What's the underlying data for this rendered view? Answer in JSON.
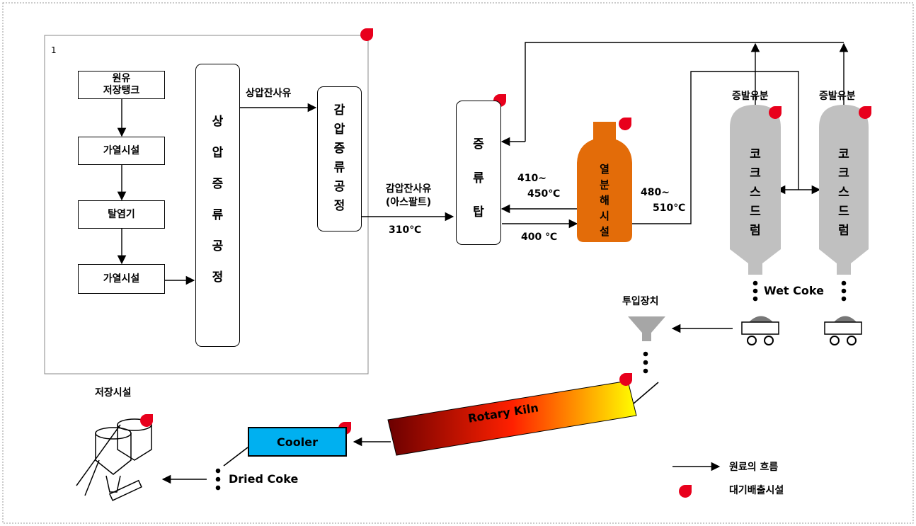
{
  "figure_number": "1",
  "boxes": {
    "crude_storage": "원유\n저장탱크",
    "heater_1": "가열시설",
    "desalter": "탈염기",
    "heater_2": "가열시설",
    "atm_distillation": [
      "상",
      "압",
      "증",
      "류",
      "공",
      "정"
    ],
    "vac_distillation": [
      "감",
      "압",
      "증",
      "류",
      "공",
      "정"
    ],
    "column": [
      "증",
      "류",
      "탑"
    ],
    "pyrolysis": [
      "열",
      "분",
      "해",
      "시",
      "설"
    ],
    "coke_drum_1": [
      "코",
      "크",
      "스",
      "드",
      "럼"
    ],
    "coke_drum_2": [
      "코",
      "크",
      "스",
      "드",
      "럼"
    ],
    "rotary_kiln": "Rotary Kiln",
    "cooler": "Cooler"
  },
  "labels": {
    "atm_residue": "상압잔사유",
    "vac_residue_1": "감압잔사유",
    "vac_residue_2": "(아스팔트)",
    "temp_310": "310℃",
    "temp_410_1": "410~",
    "temp_410_2": "450℃",
    "temp_400": "400 ℃",
    "temp_480_1": "480~",
    "temp_480_2": "510℃",
    "vapor_1": "증발유분",
    "vapor_2": "증발유분",
    "wet_coke": "Wet Coke",
    "feeder": "투입장치",
    "dried_coke": "Dried Coke",
    "storage": "저장시설"
  },
  "legend": {
    "flow": "원료의 흐름",
    "emission": "대기배출시설"
  },
  "colors": {
    "emission_marker": "#e8001c",
    "pyrolysis": "#e36c09",
    "coke_drum": "#c0c0c0",
    "cooler": "#00b0f0",
    "kiln_start": "#6b0000",
    "kiln_mid": "#ff2000",
    "kiln_end": "#ffff00"
  }
}
